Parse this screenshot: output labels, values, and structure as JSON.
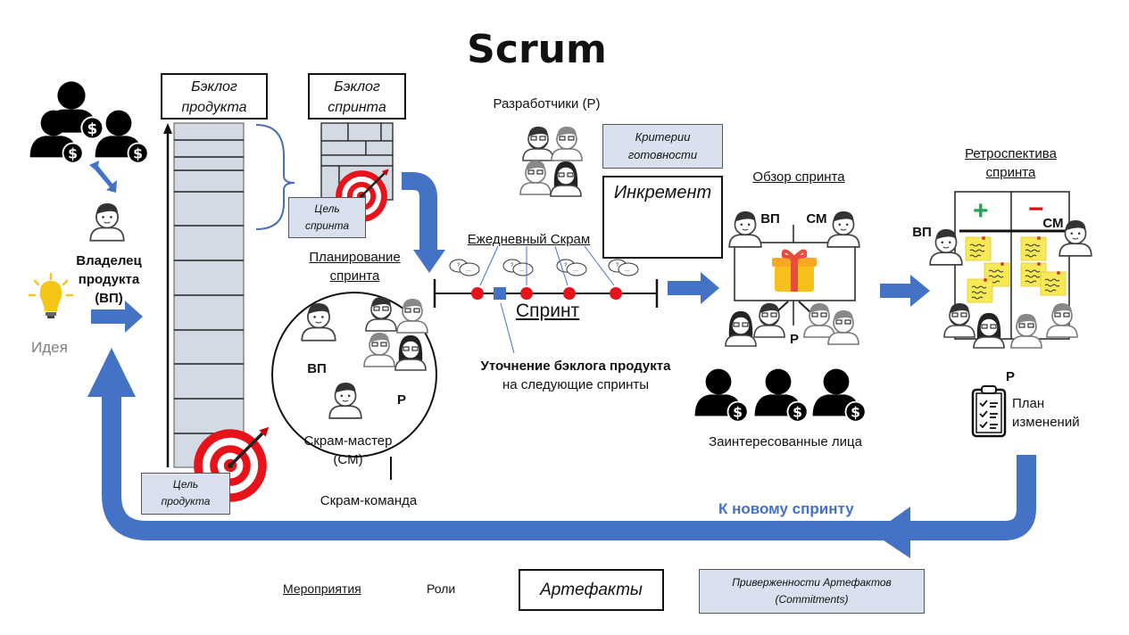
{
  "title": "Scrum",
  "colors": {
    "arrow_blue": "#4472c4",
    "target_red": "#e8121b",
    "light_box": "#dae1ee",
    "backlog_fill": "#d4dae4",
    "gift_yellow": "#f7c01b",
    "gift_ribbon": "#e84c3d",
    "sticky_yellow": "#f8ea57",
    "plus_green": "#23a455",
    "minus_red": "#d7141a",
    "idea_gray": "#808080"
  },
  "left": {
    "stakeholders_icon": "stakeholders-icon",
    "product_owner_label": [
      "Владелец",
      "продукта",
      "(ВП)"
    ],
    "idea_label": "Идея",
    "idea_icon": "lightbulb-icon"
  },
  "artifacts": {
    "product_backlog": [
      "Бэклог",
      "продукта"
    ],
    "sprint_backlog": [
      "Бэклог",
      "спринта"
    ],
    "sprint_goal": [
      "Цель",
      "спринта"
    ],
    "product_goal": [
      "Цель",
      "продукта"
    ],
    "definition_of_done": [
      "Критерии",
      "готовности"
    ],
    "increment": "Инкремент"
  },
  "events": {
    "sprint_planning": [
      "Планирование",
      "спринта"
    ],
    "daily_scrum": "Ежедневный Скрам",
    "sprint": "Спринт",
    "sprint_review": "Обзор спринта",
    "sprint_retrospective": [
      "Ретроспектива",
      "спринта"
    ]
  },
  "team": {
    "developers_label": "Разработчики (Р)",
    "po_short": "ВП",
    "dev_short": "Р",
    "sm_short": "СМ",
    "scrum_master": [
      "Скрам-мастер",
      "(СМ)"
    ],
    "scrum_team": "Скрам-команда"
  },
  "refinement": {
    "title": "Уточнение бэклога продукта",
    "subtitle": "на следующие спринты"
  },
  "review": {
    "stakeholders_label": "Заинтересованные лица"
  },
  "retro": {
    "plus": "+",
    "minus": "−",
    "plan_label": [
      "План",
      "изменений"
    ]
  },
  "loop": {
    "label": "К новому спринту"
  },
  "legend": {
    "events": "Мероприятия",
    "roles": "Роли",
    "artifacts": "Артефакты",
    "commitments": [
      "Приверженности Артефактов",
      "(Commitments)"
    ]
  }
}
